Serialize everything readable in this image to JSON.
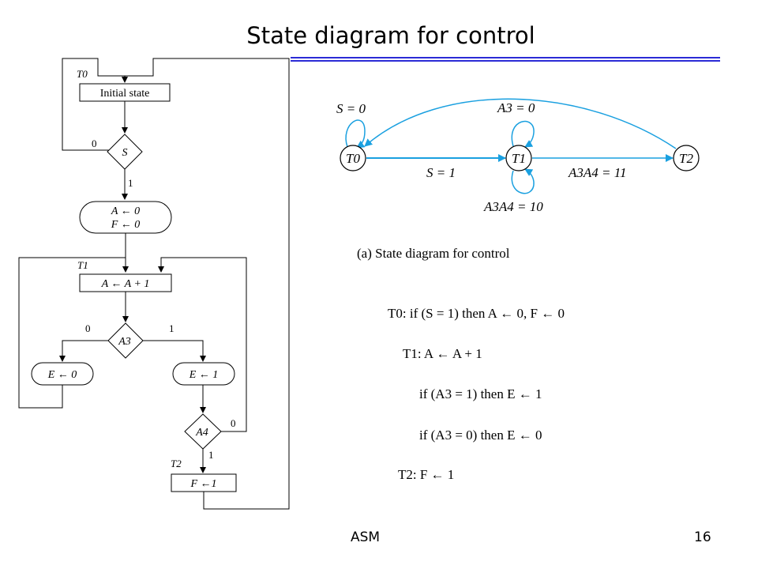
{
  "slide": {
    "title": "State diagram for control",
    "footer_left": "ASM",
    "page_number": "16"
  },
  "colors": {
    "rule_blue": "#2b2bd6",
    "arrow_cyan": "#1aa0e0"
  },
  "asm_chart": {
    "t0_label": "T0",
    "initial_state": "Initial state",
    "decision_s": "S",
    "s_no": "0",
    "s_yes": "1",
    "init_line1": "A ← 0",
    "init_line2": "F ← 0",
    "t1_label": "T1",
    "increment": "A ← A + 1",
    "decision_a3": "A3",
    "a3_zero": "0",
    "a3_one": "1",
    "e_clear": "E ← 0",
    "e_set": "E ← 1",
    "decision_a4": "A4",
    "a4_zero": "0",
    "a4_one": "1",
    "t2_label": "T2",
    "f_set": "F ←1"
  },
  "state_diagram": {
    "states": [
      "T0",
      "T1",
      "T2"
    ],
    "loop_t0": "S = 0",
    "loop_t1_top": "A3 = 0",
    "t0_to_t1": "S = 1",
    "t1_to_t2": "A3A4 = 11",
    "loop_t1_bottom": "A3A4 = 10",
    "caption": "(a) State diagram for control"
  },
  "equations": {
    "line1": "T0: if (S = 1) then A ← 0, F ← 0",
    "line2": "T1: A ← A + 1",
    "line3": "if (A3 = 1) then E ← 1",
    "line4": "if (A3 = 0) then E ← 0",
    "line5": "T2: F ← 1"
  }
}
